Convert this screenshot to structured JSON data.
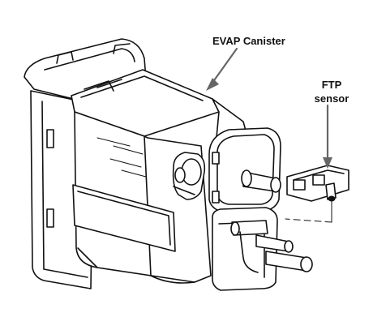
{
  "labels": {
    "evap_canister": "EVAP Canister",
    "ftp_sensor_line1": "FTP",
    "ftp_sensor_line2": "sensor"
  },
  "colors": {
    "line": "#111111",
    "arrow": "#666666",
    "background": "#ffffff"
  }
}
